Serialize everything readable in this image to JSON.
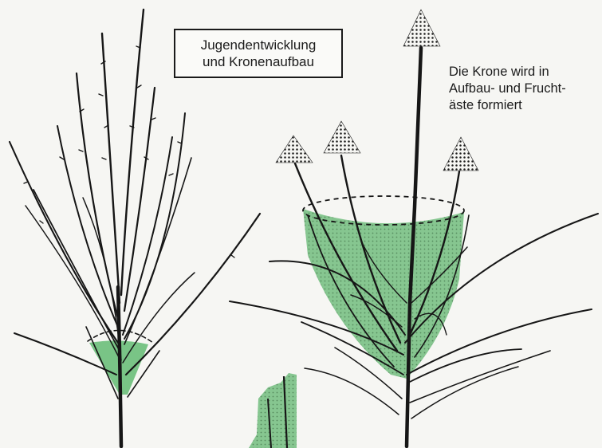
{
  "title_box": {
    "line1": "Jugendentwicklung",
    "line2": "und Kronenaufbau"
  },
  "caption": {
    "line1": "Die Krone wird in",
    "line2": "Aufbau- und Frucht-",
    "line3": "äste formiert"
  },
  "colors": {
    "background": "#f6f6f3",
    "branch": "#161616",
    "green_fill": "#7ec48a",
    "dot_pattern": "#1d1d1d"
  },
  "illustrations": [
    "young-tree",
    "crown-tree",
    "trunk-fragment"
  ]
}
